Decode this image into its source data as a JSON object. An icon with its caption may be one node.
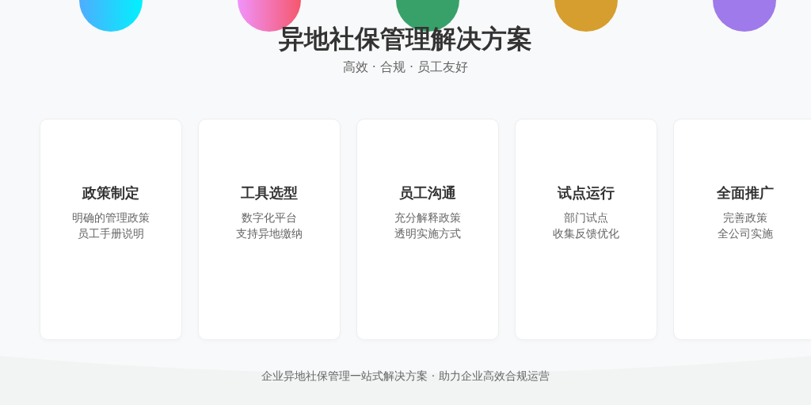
{
  "diagram": {
    "title": "异地社保管理解决方案",
    "nodes": [
      {
        "text": [
          "政策制定",
          "明确的管理政策",
          "员工手册说明"
        ]
      },
      {
        "text": [
          "工具选型",
          "数字化平台",
          "支持异地缴纳"
        ]
      },
      {
        "text": [
          "员工沟通",
          "充分解释政策",
          "透明实施方式"
        ]
      },
      {
        "text": [
          "试点运行",
          "部门试点",
          "收集反馈优化"
        ]
      },
      {
        "text": [
          "全面推广",
          "完善政策",
          "全公司实施"
        ]
      }
    ],
    "labels": [
      "高效 · 合规 · 员工友好",
      "企业异地社保管理一站式解决方案 · 助力企业高效合规运营"
    ]
  }
}
